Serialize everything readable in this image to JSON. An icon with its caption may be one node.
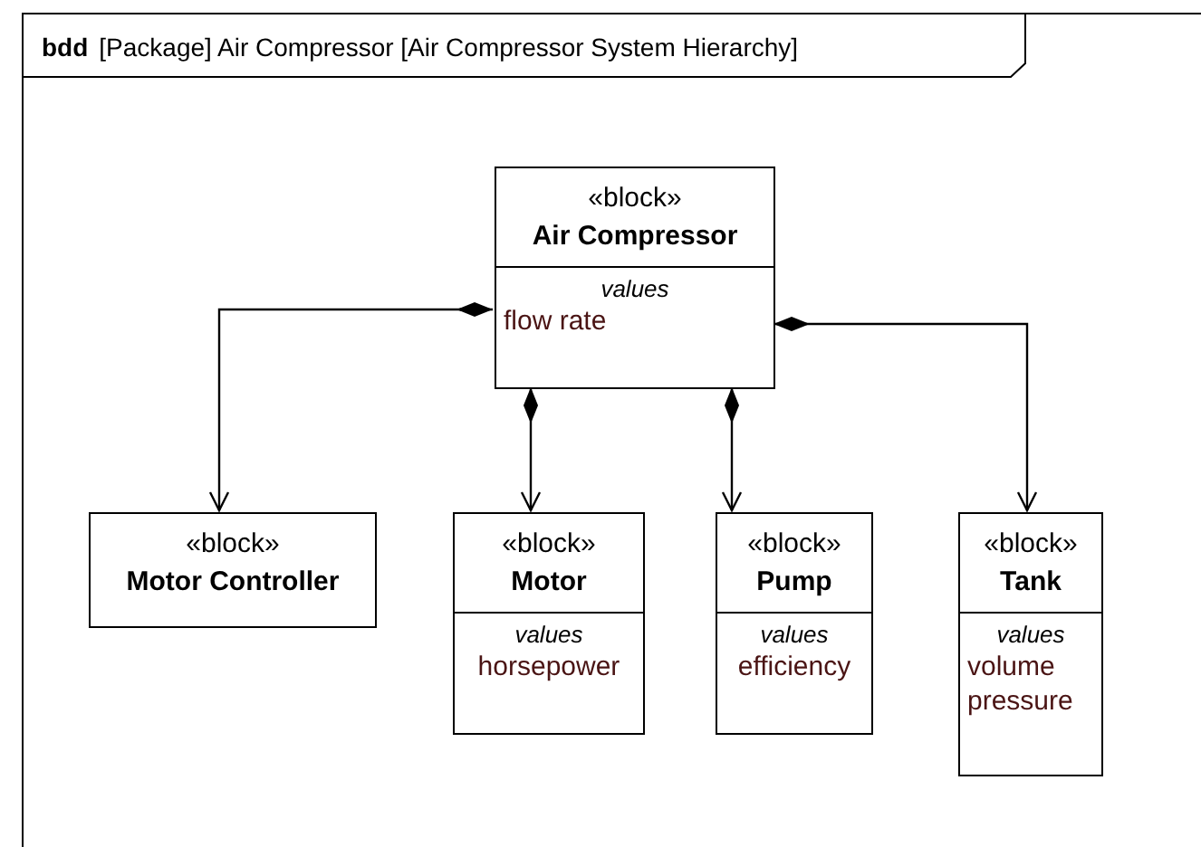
{
  "diagram": {
    "nodes": [
      {
        "text": [
          "bdd",
          "[Package] Air Compressor [Air Compressor System Hierarchy]"
        ]
      },
      {
        "text": [
          "«block»",
          "Air Compressor",
          "values",
          "flow rate"
        ],
        "in": 0
      },
      {
        "text": [
          "«block»",
          "Motor Controller"
        ],
        "in": 0
      },
      {
        "text": [
          "«block»",
          "Motor",
          "values",
          "horsepower"
        ],
        "in": 0
      },
      {
        "text": [
          "«block»",
          "Pump",
          "values",
          "efficiency"
        ],
        "in": 0
      },
      {
        "text": [
          "«block»",
          "Tank",
          "values",
          "volume",
          "pressure"
        ],
        "in": 0
      }
    ],
    "edges": [
      {
        "from": 1,
        "to": 2,
        "arrow": "to"
      },
      {
        "from": 1,
        "to": 3,
        "arrow": "to"
      },
      {
        "from": 1,
        "to": 4,
        "arrow": "to"
      },
      {
        "from": 1,
        "to": 5,
        "arrow": "to"
      }
    ]
  }
}
